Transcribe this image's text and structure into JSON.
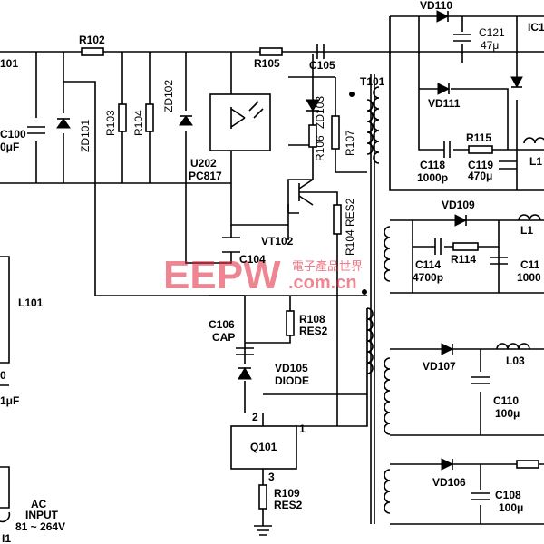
{
  "watermark": {
    "logo": "EEPW",
    "site": ".com.cn",
    "tagline": "電子產品世界"
  },
  "labels": {
    "VD110": "VD110",
    "C121": "C121",
    "C121v": "47μ",
    "IC1": "IC1",
    "R101": "101",
    "R102": "R102",
    "R105": "R105",
    "C105": "C105",
    "T101": "T101",
    "VD111": "VD111",
    "C100": "C100",
    "C100v": "0μF",
    "ZD101": "ZD101",
    "R103": "R103",
    "R104a": "R104",
    "ZD102": "ZD102",
    "ZD103": "ZD103",
    "R106": "R106",
    "R107": "R107",
    "R115": "R115",
    "C118": "C118",
    "C118v": "1000p",
    "C119": "C119",
    "C119v": "470μ",
    "L1": "L1",
    "U202": "U202",
    "PC817": "PC817",
    "VT102": "VT102",
    "RES2a": "RES2",
    "R104b": "R104",
    "VD109": "VD109",
    "L1b": "L1",
    "C104": "C104",
    "C114": "C114",
    "C114v": "4700p",
    "R114": "R114",
    "C11": "C11",
    "C11v": "1000",
    "L101": "L101",
    "C106": "C106",
    "CAP": "CAP",
    "R108": "R108",
    "RES2b": "RES2",
    "VD105": "VD105",
    "DIODE": "DIODE",
    "VD107": "VD107",
    "L03": "L03",
    "C110": "C110",
    "C110v": "100μ",
    "Q101": "Q101",
    "pin2": "2",
    "pin1": "1",
    "pin3": "3",
    "R109": "R109",
    "RES2c": "RES2",
    "VD106": "VD106",
    "C108": "C108",
    "C108v": "100μ",
    "lbl0": "0",
    "lbl1uF": "1μF",
    "AC": "AC",
    "INPUT": "INPUT",
    "ACrange": "81 ~ 264V",
    "N1": "I1"
  }
}
